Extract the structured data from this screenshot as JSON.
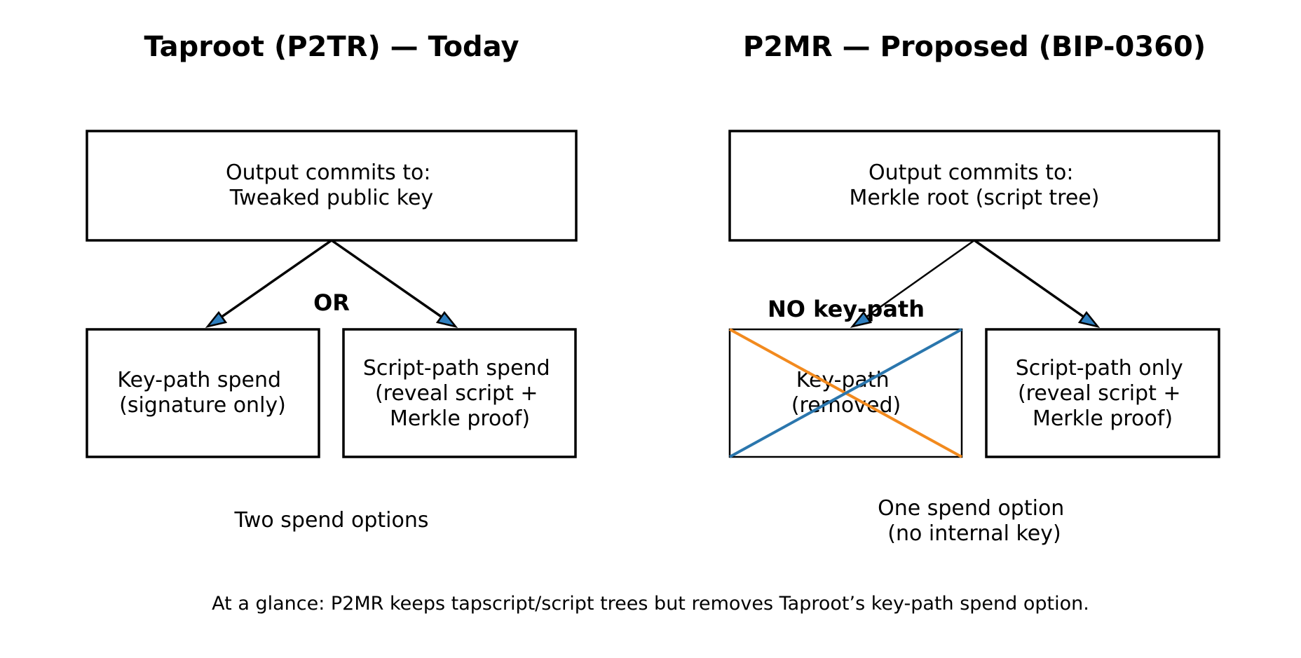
{
  "colors": {
    "stroke": "#000000",
    "arrowhead": "#2f7fbf",
    "cross_a": "#f28a1e",
    "cross_b": "#2a76ad"
  },
  "left": {
    "title": "Taproot (P2TR) — Today",
    "top_box": [
      "Output commits to:",
      "Tweaked public key"
    ],
    "or_label": "OR",
    "key_box": [
      "Key-path spend",
      "(signature only)"
    ],
    "script_box": [
      "Script-path spend",
      "(reveal script +",
      "Merkle proof)"
    ],
    "caption": [
      "Two spend options"
    ]
  },
  "right": {
    "title": "P2MR — Proposed (BIP-0360)",
    "top_box": [
      "Output commits to:",
      "Merkle root (script tree)"
    ],
    "no_key_label": "NO key-path",
    "key_box": [
      "Key-path",
      "(removed)"
    ],
    "script_box": [
      "Script-path only",
      "(reveal script +",
      "Merkle proof)"
    ],
    "caption": [
      "One spend option",
      "(no internal key)"
    ]
  },
  "footer": "At a glance: P2MR keeps tapscript/script trees but removes Taproot’s key-path spend option."
}
